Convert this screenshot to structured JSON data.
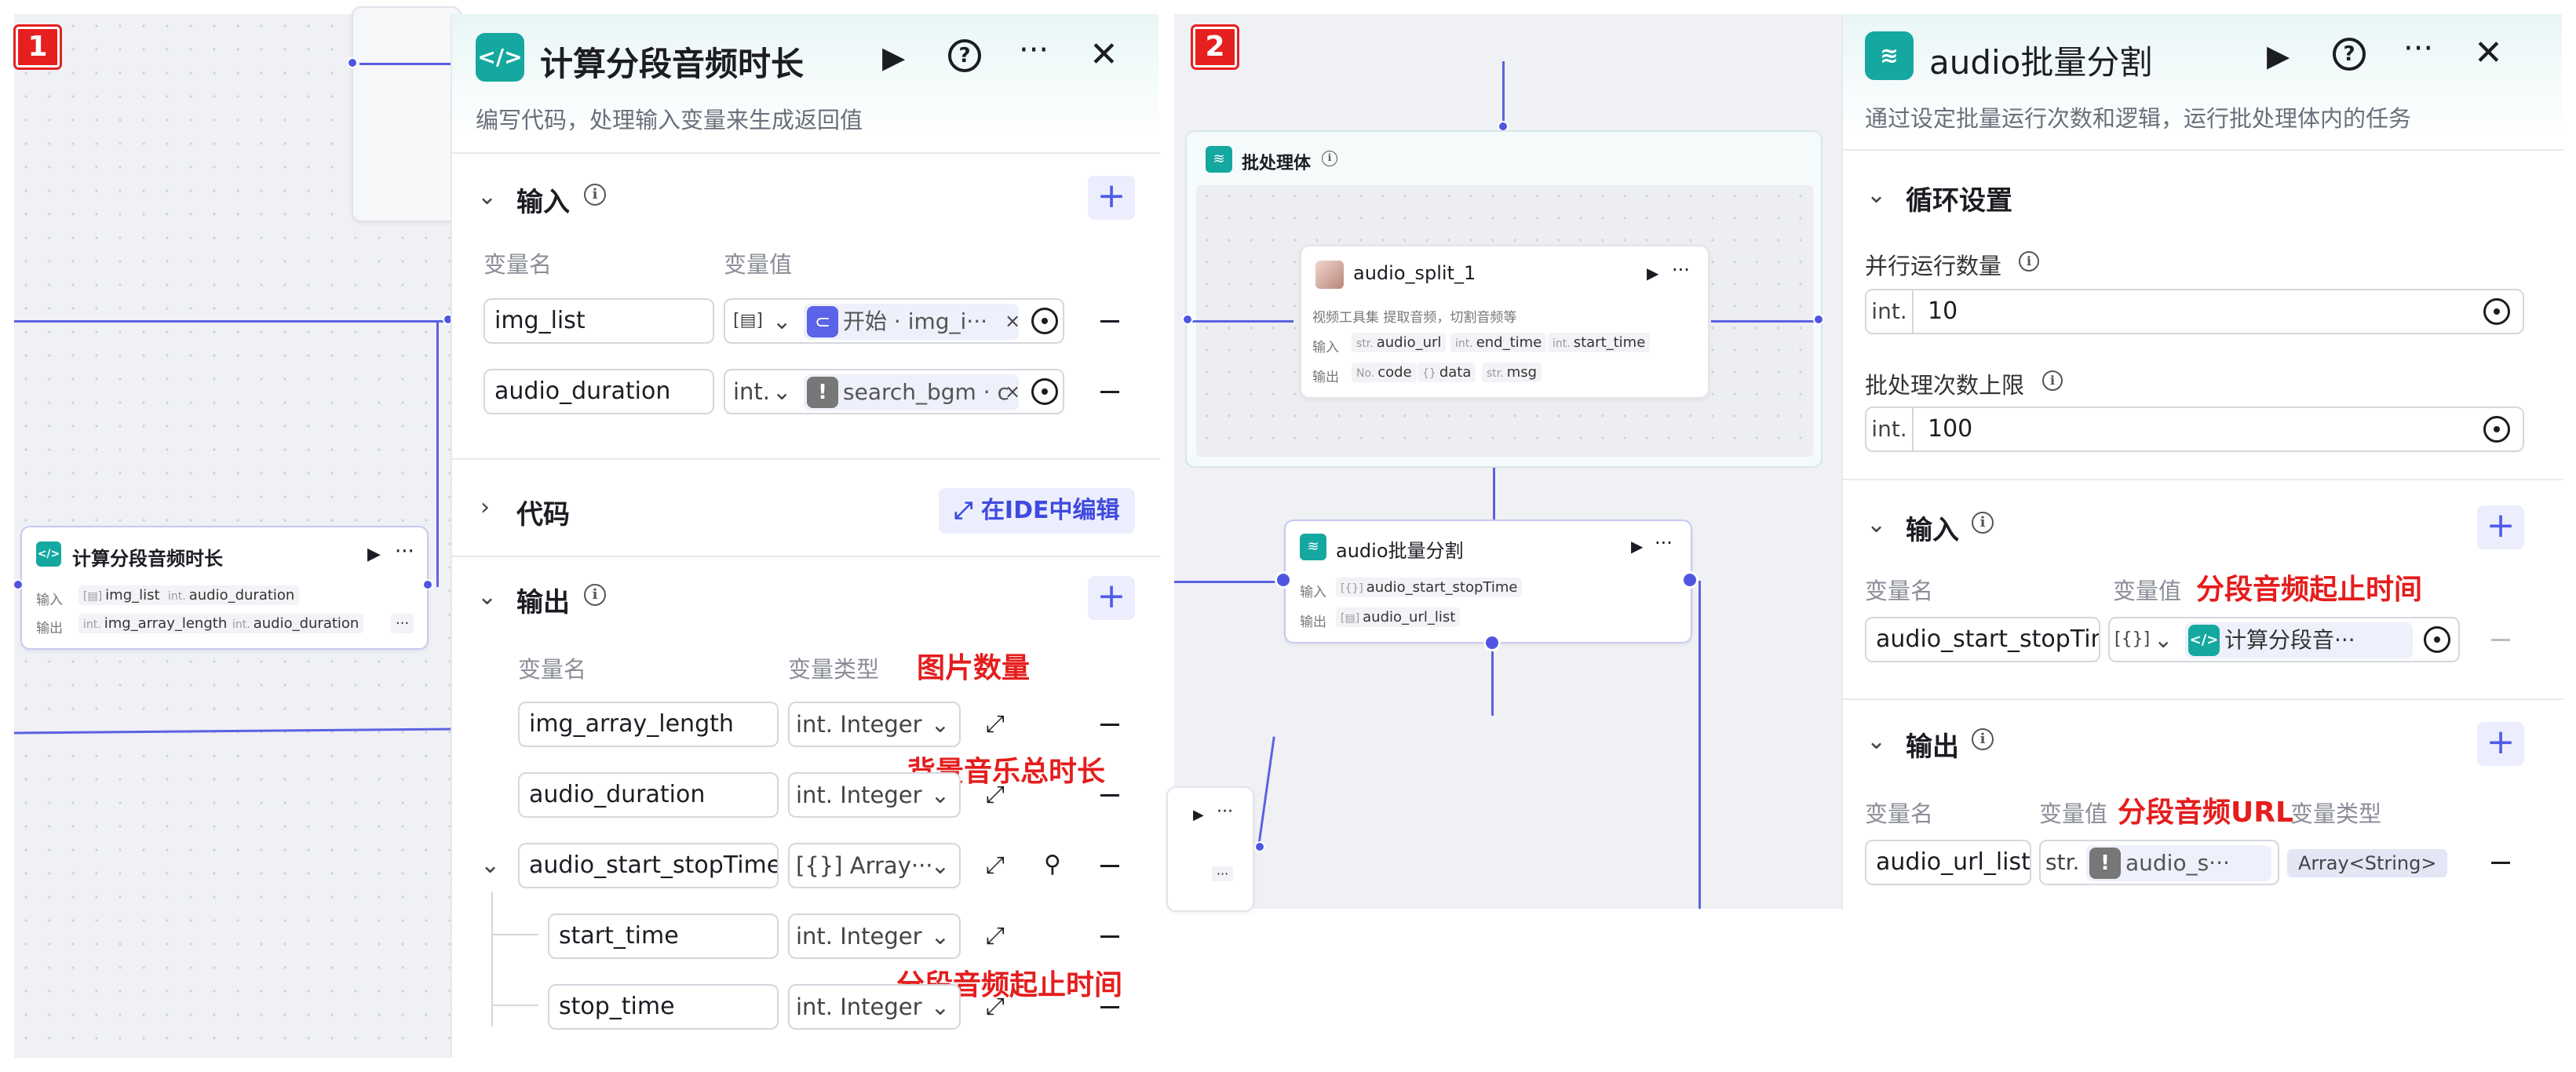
{
  "panel1": {
    "badge": "1",
    "title": "计算分段音频时长",
    "description": "编写代码，处理输入变量来生成返回值",
    "input_section": "输入",
    "input_col_name": "变量名",
    "input_col_value": "变量值",
    "inputs": [
      {
        "name": "img_list",
        "type_icon": "[▤]",
        "ref": "开始 · img_i···"
      },
      {
        "name": "audio_duration",
        "type_icon": "int.",
        "ref": "search_bgm · c"
      }
    ],
    "code_section": "代码",
    "ide_button": "在IDE中编辑",
    "output_section": "输出",
    "output_col_name": "变量名",
    "output_col_type": "变量类型",
    "outputs": [
      {
        "name": "img_array_length",
        "type": "int. Integer"
      },
      {
        "name": "audio_duration",
        "type": "int. Integer"
      },
      {
        "name": "audio_start_stopTime",
        "type": "[{}] Array···"
      },
      {
        "name": "start_time",
        "type": "int. Integer"
      },
      {
        "name": "stop_time",
        "type": "int. Integer"
      }
    ],
    "annotations": {
      "a1": "图片数量",
      "a2": "背景音乐总时长",
      "a3": "分段音频起止时间"
    },
    "node": {
      "title": "计算分段音频时长",
      "in_label": "输入",
      "out_label": "输出",
      "in_tags": [
        {
          "t": "[▤]",
          "v": "img_list"
        },
        {
          "t": "int.",
          "v": "audio_duration"
        }
      ],
      "out_tags": [
        {
          "t": "int.",
          "v": "img_array_length"
        },
        {
          "t": "int.",
          "v": "audio_duration"
        }
      ],
      "more": "···"
    }
  },
  "panel2": {
    "badge": "2",
    "title": "audio批量分割",
    "description": "通过设定批量运行次数和逻辑，运行批处理体内的任务",
    "loop_section": "循环设置",
    "parallel_label": "并行运行数量",
    "parallel_prefix": "int.",
    "parallel_value": "10",
    "max_label": "批处理次数上限",
    "max_prefix": "int.",
    "max_value": "100",
    "input_section": "输入",
    "input_col_name": "变量名",
    "input_col_value": "变量值",
    "input_annotation": "分段音频起止时间",
    "input_name": "audio_start_stopTin",
    "input_type_icon": "[{}]",
    "input_ref": "计算分段音···",
    "output_section": "输出",
    "output_col_name": "变量名",
    "output_col_value": "变量值",
    "output_col_type": "变量类型",
    "output_annotation": "分段音频URL",
    "output_name": "audio_url_list",
    "output_prefix": "str.",
    "output_ref": "audio_s···",
    "output_type": "Array<String>",
    "batch_body": {
      "title": "批处理体",
      "inner_node": {
        "title": "audio_split_1",
        "desc": "视频工具集 提取音频，切割音频等",
        "in_label": "输入",
        "out_label": "输出",
        "in_tags": [
          {
            "t": "str.",
            "v": "audio_url"
          },
          {
            "t": "int.",
            "v": "end_time"
          },
          {
            "t": "int.",
            "v": "start_time"
          }
        ],
        "out_tags": [
          {
            "t": "No.",
            "v": "code"
          },
          {
            "t": "{}",
            "v": "data"
          },
          {
            "t": "str.",
            "v": "msg"
          }
        ]
      }
    },
    "batch_node": {
      "title": "audio批量分割",
      "in_label": "输入",
      "out_label": "输出",
      "in_tag": {
        "t": "[{}]",
        "v": "audio_start_stopTime"
      },
      "out_tag": {
        "t": "[▤]",
        "v": "audio_url_list"
      }
    }
  }
}
